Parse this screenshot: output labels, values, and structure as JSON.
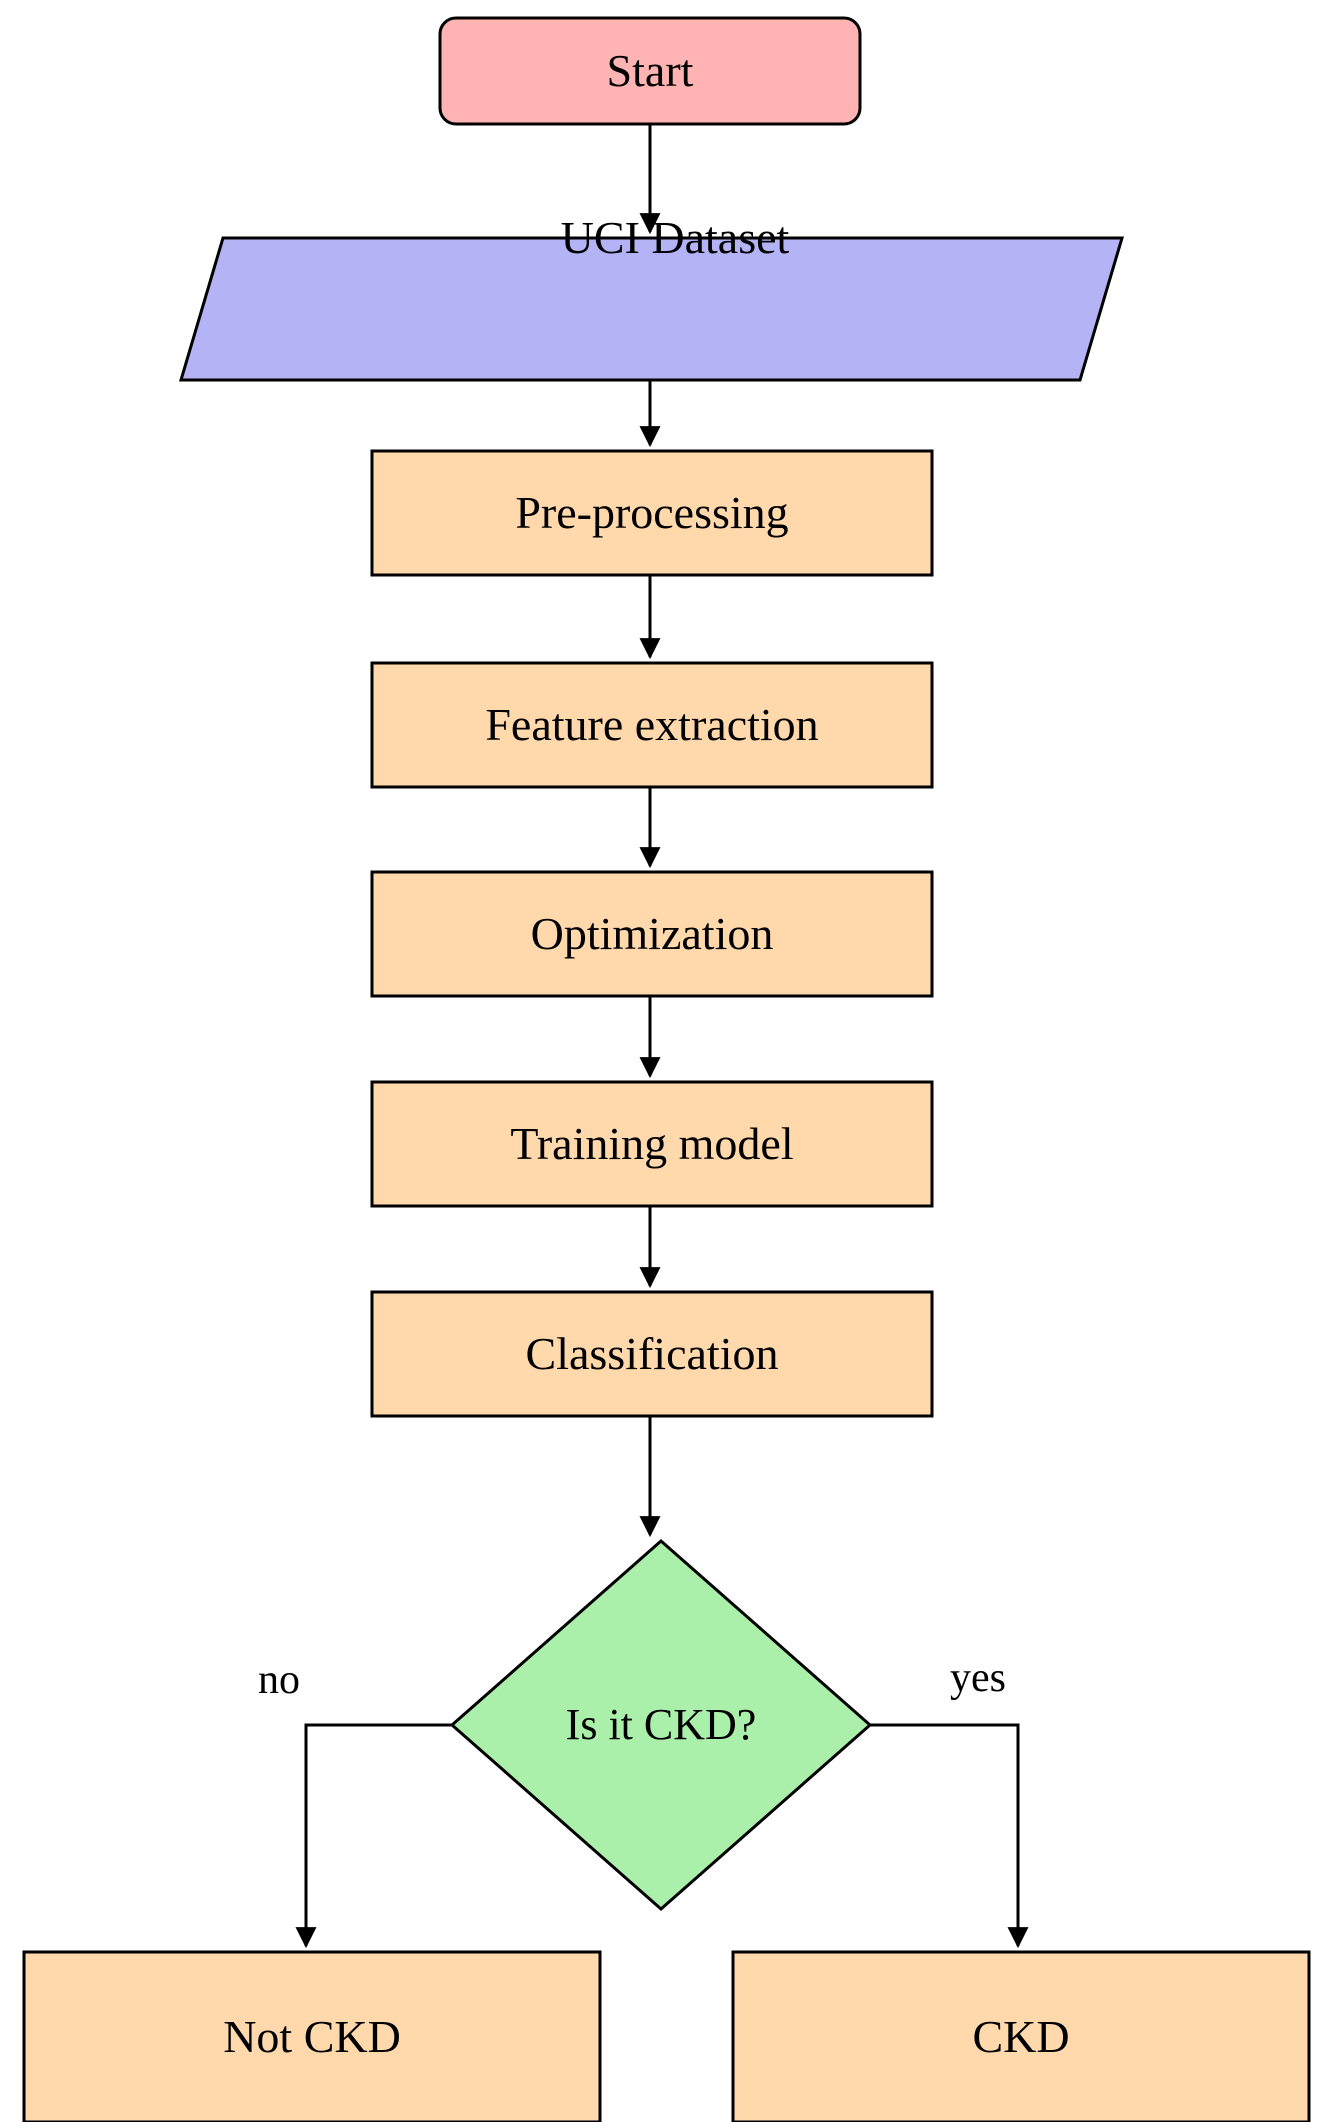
{
  "diagram": {
    "title": "CKD classification pipeline flowchart",
    "background": "#ffffff",
    "colors": {
      "start_fill": "#ffb3b3",
      "data_fill": "#b3b3f5",
      "process_fill": "#ffd8ac",
      "decision_fill": "#aaf0aa",
      "stroke": "#000000",
      "text": "#000000"
    },
    "nodes": [
      {
        "id": "start",
        "label": "Start",
        "shape": "rounded-rectangle",
        "fill": "#ffb3b3"
      },
      {
        "id": "dataset",
        "label": "UCI Dataset",
        "shape": "parallelogram",
        "fill": "#b3b3f5"
      },
      {
        "id": "pre",
        "label": "Pre-processing",
        "shape": "rectangle",
        "fill": "#ffd8ac"
      },
      {
        "id": "feature",
        "label": "Feature extraction",
        "shape": "rectangle",
        "fill": "#ffd8ac"
      },
      {
        "id": "optim",
        "label": "Optimization",
        "shape": "rectangle",
        "fill": "#ffd8ac"
      },
      {
        "id": "training",
        "label": "Training model",
        "shape": "rectangle",
        "fill": "#ffd8ac"
      },
      {
        "id": "classif",
        "label": "Classification",
        "shape": "rectangle",
        "fill": "#ffd8ac"
      },
      {
        "id": "decision",
        "label": "Is it CKD?",
        "shape": "diamond",
        "fill": "#aaf0aa"
      },
      {
        "id": "notckd",
        "label": "Not CKD",
        "shape": "rectangle",
        "fill": "#ffd8ac"
      },
      {
        "id": "ckd",
        "label": "CKD",
        "shape": "rectangle",
        "fill": "#ffd8ac"
      }
    ],
    "edges": [
      {
        "from": "start",
        "to": "dataset",
        "label": ""
      },
      {
        "from": "dataset",
        "to": "pre",
        "label": ""
      },
      {
        "from": "pre",
        "to": "feature",
        "label": ""
      },
      {
        "from": "feature",
        "to": "optim",
        "label": ""
      },
      {
        "from": "optim",
        "to": "training",
        "label": ""
      },
      {
        "from": "training",
        "to": "classif",
        "label": ""
      },
      {
        "from": "classif",
        "to": "decision",
        "label": ""
      },
      {
        "from": "decision",
        "to": "notckd",
        "label": "no"
      },
      {
        "from": "decision",
        "to": "ckd",
        "label": "yes"
      }
    ],
    "branch_labels": {
      "no": "no",
      "yes": "yes"
    }
  }
}
